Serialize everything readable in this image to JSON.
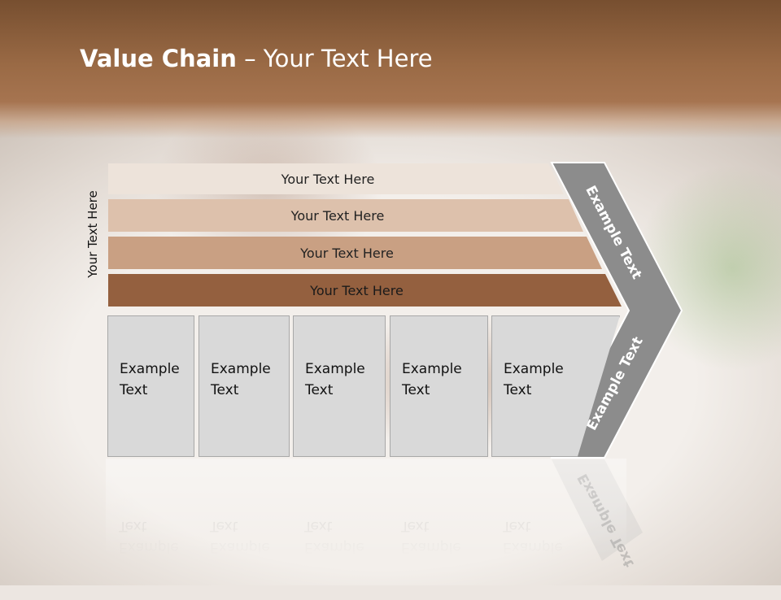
{
  "title": {
    "bold": "Value Chain",
    "rest": " – Your Text Here"
  },
  "side_label": "Your Text Here",
  "bars": [
    {
      "label": "Your Text Here",
      "color": "#ede3da"
    },
    {
      "label": "Your Text Here",
      "color": "#ddc1ac"
    },
    {
      "label": "Your Text Here",
      "color": "#c9a083"
    },
    {
      "label": "Your Text Here",
      "color": "#94603f"
    }
  ],
  "boxes": [
    {
      "line1": "Example",
      "line2": "Text"
    },
    {
      "line1": "Example",
      "line2": "Text"
    },
    {
      "line1": "Example",
      "line2": "Text"
    },
    {
      "line1": "Example",
      "line2": "Text"
    },
    {
      "line1": "Example",
      "line2": "Text"
    }
  ],
  "chevron": {
    "upper_label": "Example Text",
    "lower_label": "Example Text",
    "color": "#8c8c8c"
  }
}
